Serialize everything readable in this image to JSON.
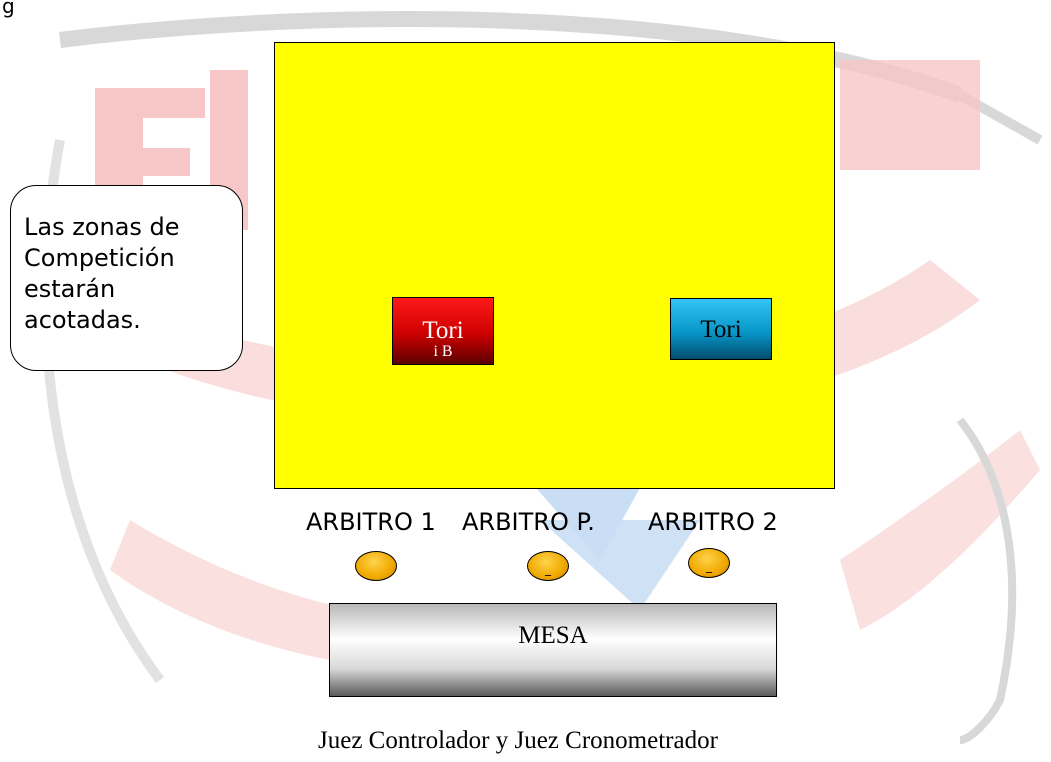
{
  "figure_label": "g",
  "callout_text": " Las zonas de\nCompetición\nestarán\nacotadas.",
  "tori_red": {
    "label": "Tori",
    "sublabel": "i B"
  },
  "tori_blue": {
    "label": "Tori"
  },
  "referees": {
    "arbitro_1": "ARBITRO 1",
    "arbitro_p": "ARBITRO P.",
    "arbitro_2": "ARBITRO 2"
  },
  "discs": {
    "center_mark": "_",
    "right_mark": "_"
  },
  "mesa_label": "MESA",
  "caption": "Juez Controlador y Juez Cronometrador",
  "colors": {
    "tatami": "#ffff00",
    "tori_red": "#cc0000",
    "tori_blue": "#0797c9",
    "referee_disc": "#f0a800",
    "watermark_red": "#f7c6c6",
    "watermark_blue": "#c9def4"
  }
}
